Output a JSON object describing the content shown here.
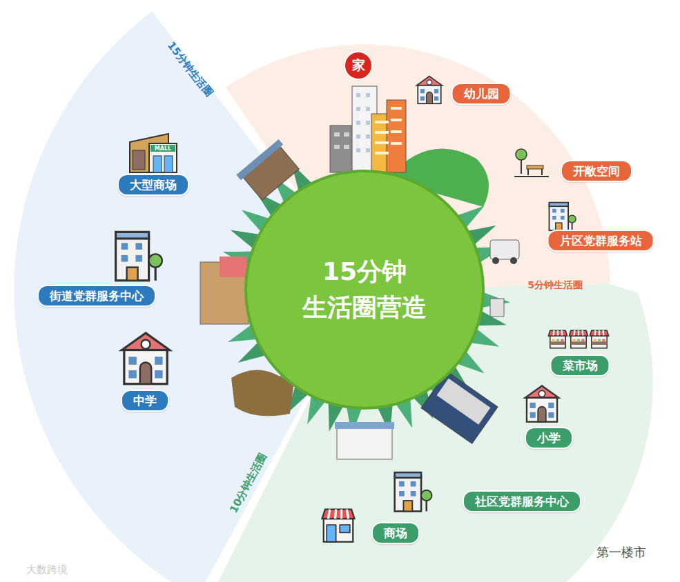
{
  "diagram": {
    "nodes": [
      {
        "text": [
          "家"
        ]
      },
      {
        "text": [
          "幼儿园"
        ]
      },
      {
        "text": [
          "开敞空间"
        ]
      },
      {
        "text": [
          "片区党群服务站"
        ]
      },
      {
        "text": [
          "大型商场"
        ]
      },
      {
        "text": [
          "15分钟 生活圈营造"
        ]
      },
      {
        "text": [
          "街道党群服务中心"
        ]
      },
      {
        "text": [
          "菜市场"
        ]
      },
      {
        "text": [
          "中学"
        ]
      },
      {
        "text": [
          "小学"
        ]
      },
      {
        "text": [
          "社区党群服务中心"
        ]
      },
      {
        "text": [
          "商场"
        ]
      }
    ],
    "labels": [
      "15分钟生活圈",
      "5分钟生活圈",
      "10分钟生活圈",
      "大数跨境",
      "第一楼市"
    ]
  }
}
